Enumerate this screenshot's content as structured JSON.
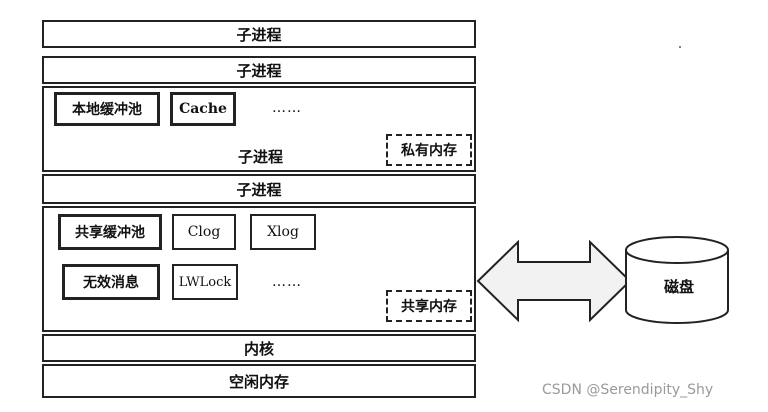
{
  "memory": {
    "child_process": "子进程",
    "private_region": {
      "local_buffer_pool": "本地缓冲池",
      "cache": "Cache",
      "ellipsis": "……",
      "child_process": "子进程",
      "private_memory": "私有内存"
    },
    "shared_region": {
      "shared_buffer_pool": "共享缓冲池",
      "clog": "Clog",
      "xlog": "Xlog",
      "invalidation_msg": "无效消息",
      "lwlock": "LWLock",
      "ellipsis": "……",
      "shared_memory": "共享内存"
    },
    "kernel": "内核",
    "free_memory": "空闲内存"
  },
  "disk": "磁盘",
  "watermark": "CSDN @Serendipity_Shy"
}
